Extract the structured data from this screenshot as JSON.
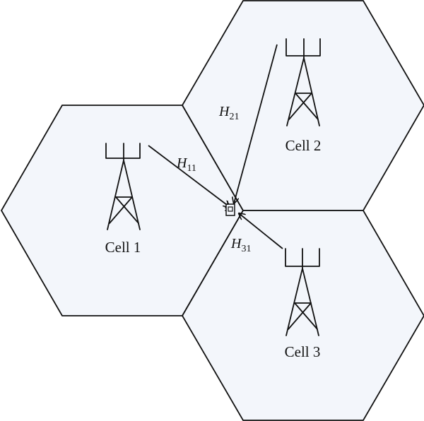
{
  "cells": [
    {
      "id": "cell1",
      "label": "Cell 1"
    },
    {
      "id": "cell2",
      "label": "Cell 2"
    },
    {
      "id": "cell3",
      "label": "Cell 3"
    }
  ],
  "channels": [
    {
      "id": "h11",
      "symbol": "H",
      "subscript": "11"
    },
    {
      "id": "h21",
      "symbol": "H",
      "subscript": "21"
    },
    {
      "id": "h31",
      "symbol": "H",
      "subscript": "31"
    }
  ]
}
